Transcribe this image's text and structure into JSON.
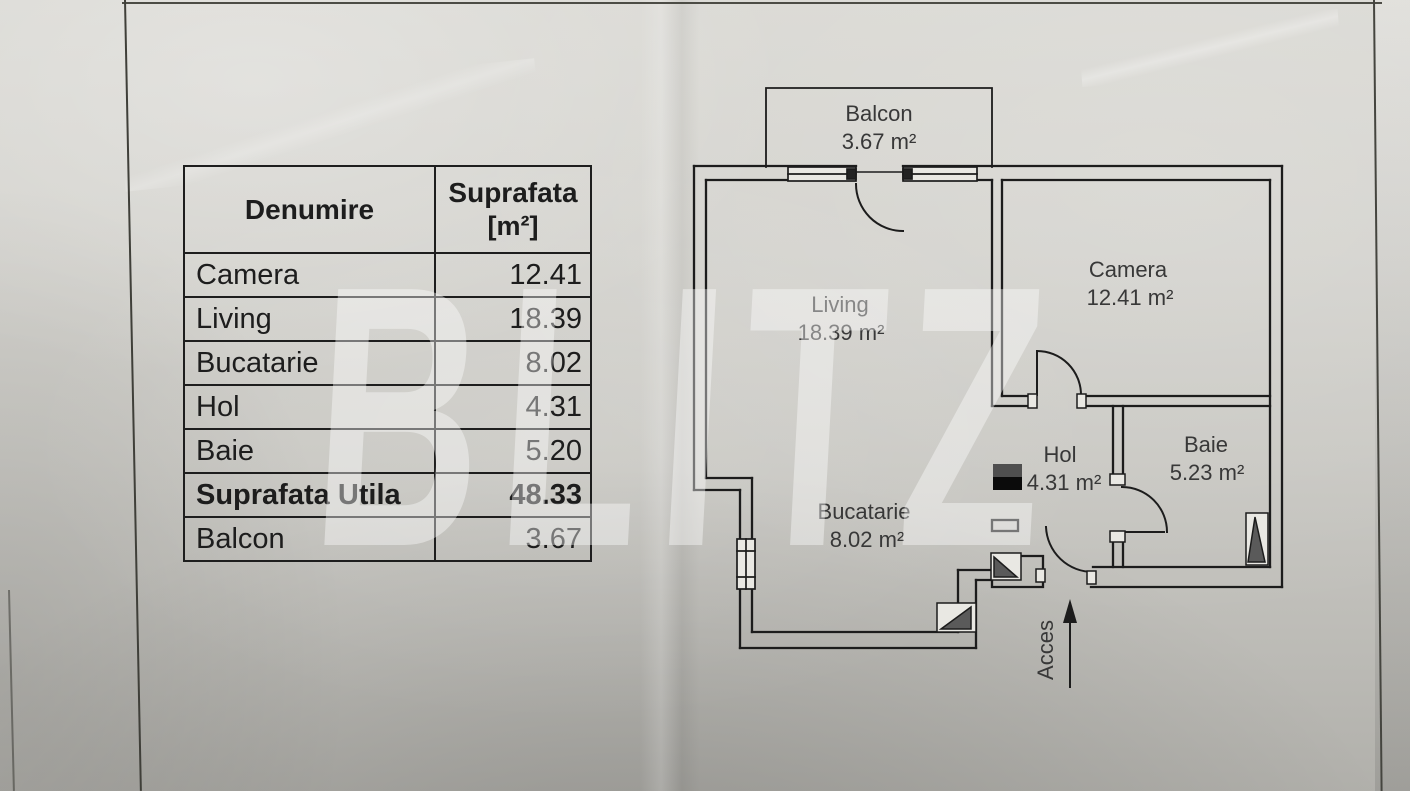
{
  "watermark": "BLITZ",
  "table": {
    "headers": {
      "name": "Denumire",
      "area_line1": "Suprafata",
      "area_line2": "[m²]"
    },
    "rows": [
      {
        "name": "Camera",
        "area": "12.41",
        "bold": false
      },
      {
        "name": "Living",
        "area": "18.39",
        "bold": false
      },
      {
        "name": "Bucatarie",
        "area": "8.02",
        "bold": false
      },
      {
        "name": "Hol",
        "area": "4.31",
        "bold": false
      },
      {
        "name": "Baie",
        "area": "5.20",
        "bold": false
      },
      {
        "name": "Suprafata Utila",
        "area": "48.33",
        "bold": true
      },
      {
        "name": "Balcon",
        "area": "3.67",
        "bold": false
      }
    ]
  },
  "floorplan": {
    "rooms": [
      {
        "id": "balcon",
        "label": "Balcon",
        "area": "3.67 m²"
      },
      {
        "id": "living",
        "label": "Living",
        "area": "18.39 m²"
      },
      {
        "id": "camera",
        "label": "Camera",
        "area": "12.41 m²"
      },
      {
        "id": "hol",
        "label": "Hol",
        "area": "4.31 m²"
      },
      {
        "id": "baie",
        "label": "Baie",
        "area": "5.23 m²"
      },
      {
        "id": "bucatarie",
        "label": "Bucatarie",
        "area": "8.02 m²"
      }
    ],
    "access_label": "Acces",
    "icons": {
      "hol_marker": "black-square",
      "access_arrow": "up-arrow"
    }
  },
  "colors": {
    "paper": "#cfcec9",
    "line": "#1c1c1c",
    "watermark": "#ffffff",
    "label_text": "#383838",
    "shaft_fill": "#5a5a5a"
  }
}
